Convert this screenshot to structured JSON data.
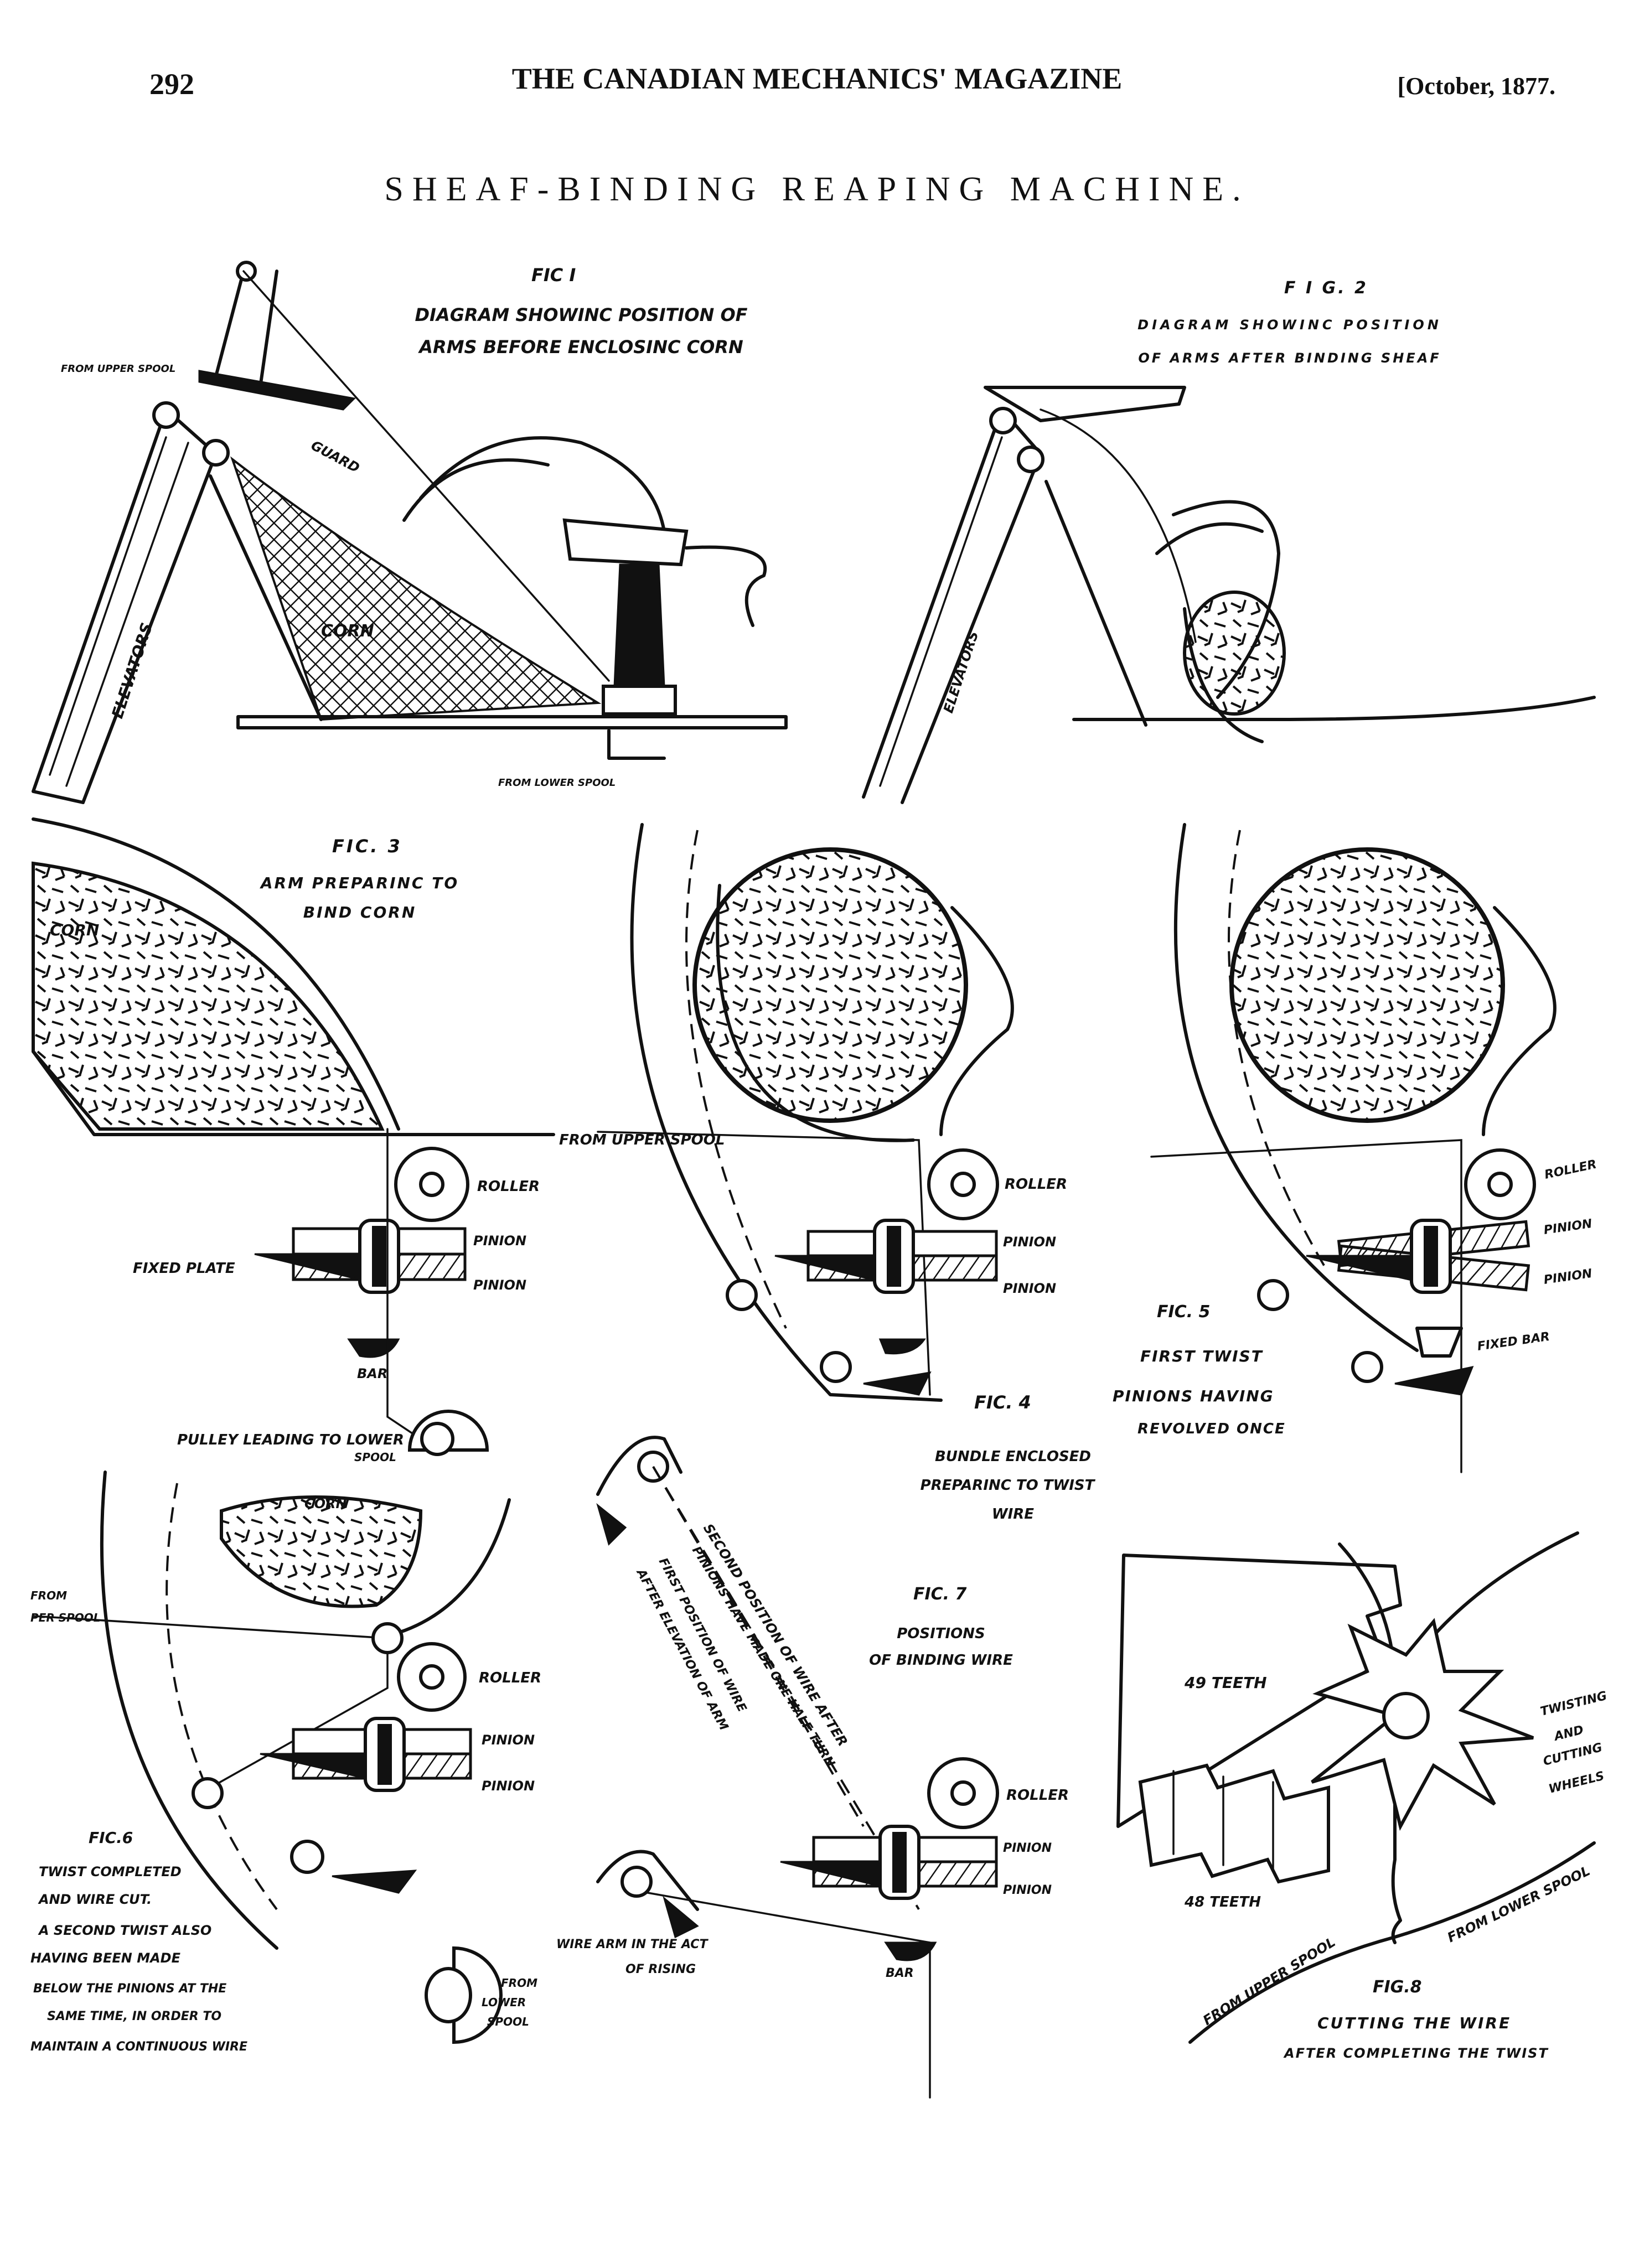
{
  "header": {
    "page_number": "292",
    "journal": "THE CANADIAN MECHANICS' MAGAZINE",
    "date": "[October, 1877."
  },
  "title": "SHEAF-BINDING REAPING MACHINE.",
  "figures": {
    "fig1": {
      "caption": "FIC I",
      "lines": [
        "DIAGRAM SHOWINC POSITION OF",
        "ARMS BEFORE ENCLOSINC CORN"
      ],
      "labels": {
        "upper_spool": "FROM UPPER SPOOL",
        "guard": "GUARD",
        "corn": "CORN",
        "elevators": "ELEVATORS",
        "lower_spool": "FROM LOWER SPOOL"
      }
    },
    "fig2": {
      "caption": "F I G. 2",
      "lines": [
        "DIAGRAM SHOWINC POSITION",
        "OF ARMS AFTER BINDING SHEAF"
      ],
      "labels": {
        "elevators": "ELEVATORS"
      }
    },
    "fig3": {
      "caption": "FIC. 3",
      "lines": [
        "ARM PREPARINC TO",
        "BIND CORN"
      ],
      "labels": {
        "corn": "CORN",
        "roller": "ROLLER",
        "pinion_top": "PINION",
        "pinion_bottom": "PINION",
        "fixed_plate": "FIXED PLATE",
        "bar": "BAR",
        "pulley": "PULLEY LEADING TO LOWER",
        "spool": "SPOOL"
      }
    },
    "fig4": {
      "caption": "FIC. 4",
      "lines": [
        "BUNDLE ENCLOSED",
        "PREPARINC TO TWIST",
        "WIRE"
      ],
      "labels": {
        "upper_spool": "FROM UPPER SPOOL",
        "roller": "ROLLER",
        "pinion_top": "PINION",
        "pinion_bottom": "PINION"
      }
    },
    "fig5": {
      "caption": "FIC. 5",
      "lines": [
        "FIRST TWIST",
        "PINIONS HAVING",
        "REVOLVED ONCE"
      ],
      "labels": {
        "roller": "ROLLER",
        "pinion_top": "PINION",
        "pinion_bottom": "PINION",
        "fixed_bar": "FIXED BAR"
      }
    },
    "fig6": {
      "caption": "FIC.6",
      "lines": [
        "TWIST COMPLETED",
        "AND WIRE CUT.",
        "A SECOND TWIST ALSO",
        "HAVING BEEN MADE",
        "BELOW THE PINIONS AT THE",
        "SAME TIME, IN ORDER TO",
        "MAINTAIN A CONTINUOUS WIRE"
      ],
      "labels": {
        "corn": "CORN",
        "from": "FROM",
        "upper_spool": "PER SPOOL",
        "roller": "ROLLER",
        "pinion_top": "PINION",
        "pinion_bottom": "PINION",
        "from_lower_1": "FROM",
        "from_lower_2": "LOWER",
        "from_lower_3": "SPOOL"
      }
    },
    "fig7": {
      "caption": "FIC. 7",
      "lines": [
        "POSITIONS",
        "OF BINDING WIRE"
      ],
      "labels": {
        "second_position_1": "SECOND POSITION OF WIRE AFTER",
        "second_position_2": "PINIONS HAVE MADE ONE HALF TURN",
        "first_position_1": "FIRST POSITION OF WIRE",
        "first_position_2": "AFTER ELEVATION OF ARM",
        "roller": "ROLLER",
        "pinion_top": "PINION",
        "pinion_bottom": "PINION",
        "wire_arm_1": "WIRE ARM IN THE ACT",
        "wire_arm_2": "OF RISING",
        "bar": "BAR"
      }
    },
    "fig8": {
      "caption": "FIG.8",
      "lines": [
        "CUTTING THE WIRE",
        "AFTER COMPLETING THE TWIST"
      ],
      "labels": {
        "teeth_49": "49 TEETH",
        "teeth_48": "48 TEETH",
        "twisting": "TWISTING",
        "and": "AND",
        "cutting": "CUTTING",
        "wheels": "WHEELS",
        "upper_spool": "FROM UPPER SPOOL",
        "lower_spool": "FROM LOWER SPOOL"
      }
    }
  }
}
